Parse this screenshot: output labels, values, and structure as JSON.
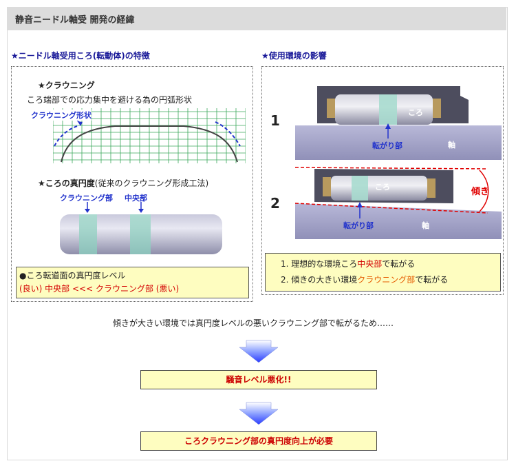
{
  "page_title": "静音ニードル軸受 開発の経緯",
  "left_section": {
    "heading_star": "★",
    "heading": "ニードル軸受用ころ(転動体)の特徴",
    "crowning_title": "★クラウニング",
    "crowning_desc": "ころ端部での応力集中を避ける為の円弧形状",
    "crowning_shape_label": "クラウニング形状",
    "roundness_title": "★ころの真円度",
    "roundness_sub": "(従来のクラウニング形成工法)",
    "roller_label_crowning": "クラウニング部",
    "roller_label_center": "中央部",
    "note_line1": "●ころ転道面の真円度レベル",
    "note_line2": "(良い) 中央部 <<< クラウニング部 (悪い)"
  },
  "right_section": {
    "heading_star": "★",
    "heading": "使用環境の影響",
    "fig1_number": "1",
    "fig2_number": "2",
    "roller_text": "ころ",
    "shaft_text": "軸",
    "rolling_part": "転がり部",
    "tilt_label": "傾き",
    "note1_prefix": "1. 理想的な環境ころ",
    "note1_highlight": "中央部",
    "note1_suffix": "で転がる",
    "note2_prefix": "2. 傾きの大きい環境",
    "note2_highlight": "クラウニング部",
    "note2_suffix": "で転がる"
  },
  "summary_text": "傾きが大きい環境では真円度レベルの悪いクラウニング部で転がるため……",
  "result1": "騒音レベル悪化!!",
  "result2": "ころクラウニング部の真円度向上が必要",
  "colors": {
    "heading_blue": "#1a1a99",
    "note_bg": "#fefdc0",
    "red": "#d40000",
    "grid_green": "#3aa85a"
  }
}
